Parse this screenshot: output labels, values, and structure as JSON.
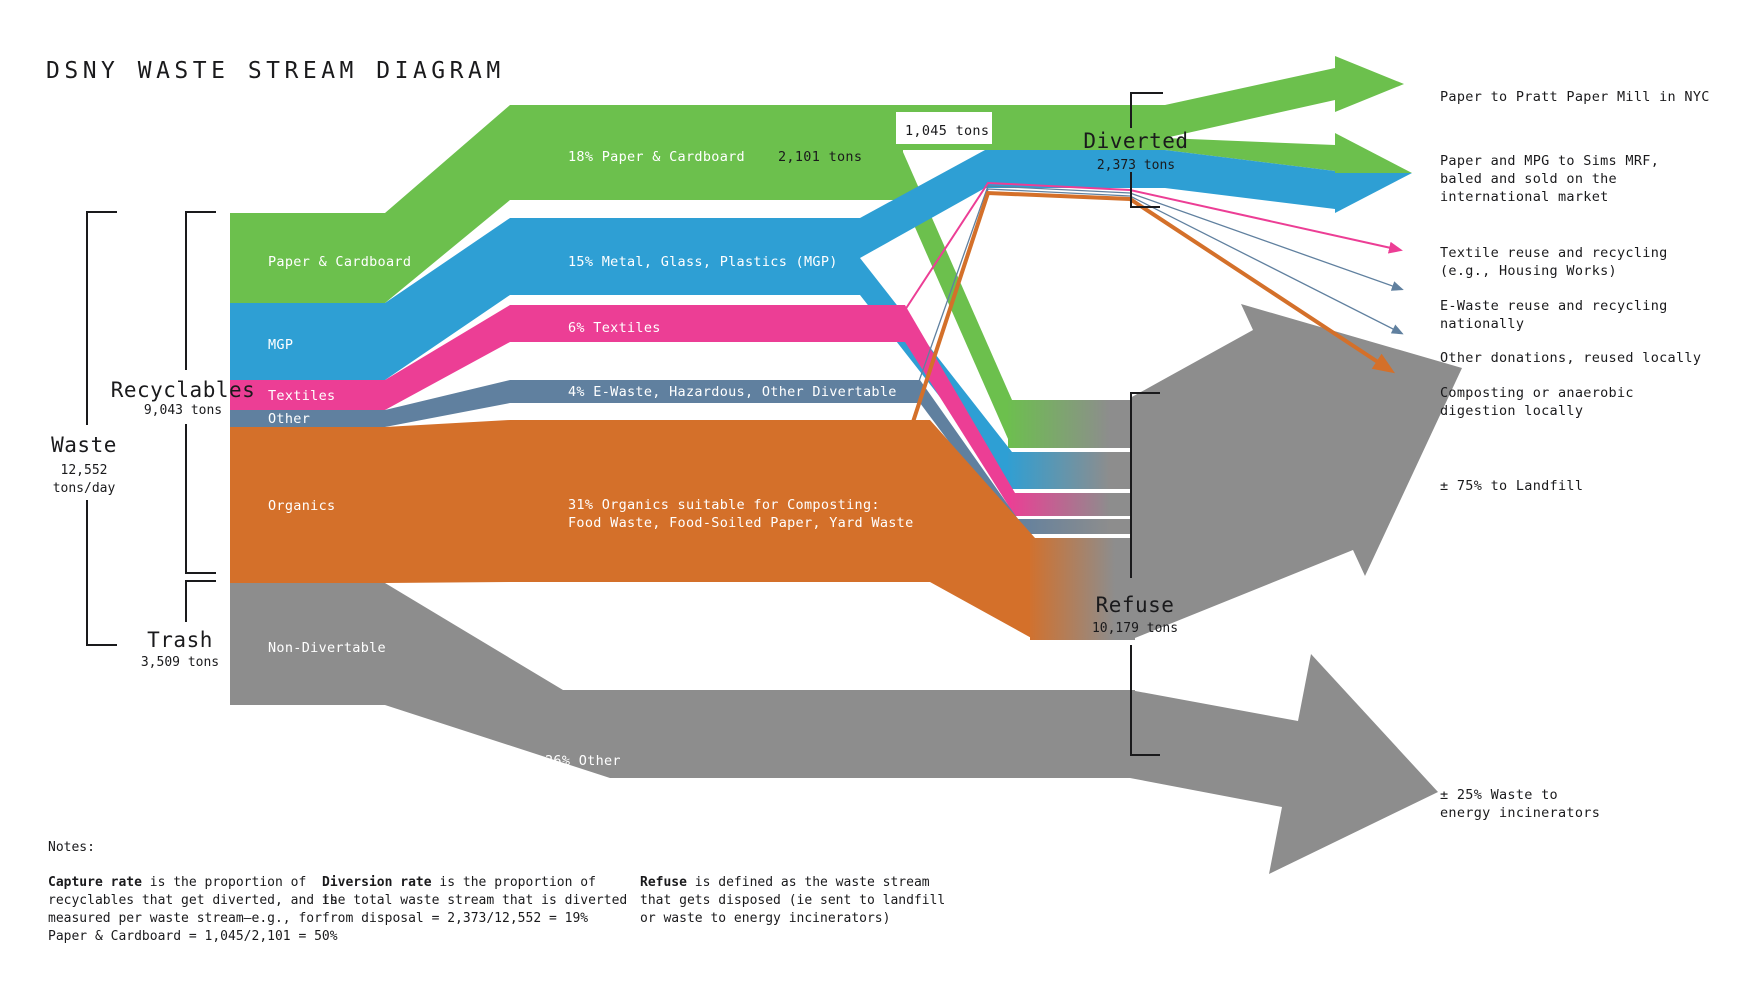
{
  "title": "DSNY WASTE STREAM DIAGRAM",
  "left": {
    "waste": {
      "label": "Waste",
      "value": "12,552",
      "unit": "tons/day"
    },
    "recyclables": {
      "label": "Recyclables",
      "value": "9,043 tons"
    },
    "trash": {
      "label": "Trash",
      "value": "3,509 tons"
    }
  },
  "nodes": [
    "Paper & Cardboard",
    "MGP",
    "Textiles",
    "Other",
    "Organics",
    "Non-Divertable"
  ],
  "streams": {
    "paper": {
      "label": "18% Paper & Cardboard",
      "total": "2,101 tons",
      "diverted": "1,045 tons"
    },
    "mgp": "15% Metal, Glass, Plastics (MGP)",
    "textiles": "6% Textiles",
    "ewaste": "4% E-Waste, Hazardous, Other Divertable",
    "organics": [
      "31% Organics suitable for Composting:",
      "Food Waste, Food-Soiled Paper, Yard Waste"
    ],
    "other": "26% Other"
  },
  "diverted": {
    "label": "Diverted",
    "value": "2,373 tons"
  },
  "refuse": {
    "label": "Refuse",
    "value": "10,179 tons"
  },
  "dest": {
    "pratt": [
      "Paper to Pratt Paper Mill in NYC"
    ],
    "sims": [
      "Paper and MPG to Sims MRF,",
      "baled and sold on the",
      "international market"
    ],
    "textile": [
      "Textile reuse and recycling",
      "(e.g., Housing Works)"
    ],
    "ewaste": [
      "E-Waste reuse and recycling",
      "nationally"
    ],
    "donations": [
      "Other donations, reused locally"
    ],
    "compost": [
      "Composting or anaerobic",
      "digestion locally"
    ],
    "landfill": [
      "± 75% to Landfill"
    ],
    "incinerator": [
      "± 25% Waste to",
      "energy incinerators"
    ]
  },
  "notes": {
    "heading": "Notes:",
    "items": [
      {
        "bold": "Capture rate",
        "rest": " is the proportion of",
        "lines": [
          "recyclables that get diverted, and is",
          "measured per waste stream—e.g., for",
          "Paper & Cardboard = 1,045/2,101 = 50%"
        ]
      },
      {
        "bold": "Diversion rate",
        "rest": " is the proportion of",
        "lines": [
          "the total waste stream that is diverted",
          "from disposal = 2,373/12,552 = 19%"
        ]
      },
      {
        "bold": "Refuse",
        "rest": " is defined as the waste stream",
        "lines": [
          "that gets disposed (ie sent to landfill",
          "or waste to energy incinerators)"
        ]
      }
    ]
  },
  "colors": {
    "green": "#6CC04D",
    "blue": "#2E9FD4",
    "pink": "#EC3E95",
    "slate": "#60809F",
    "orange": "#D4702A",
    "gray": "#8D8D8D",
    "ink": "#1A1A1C"
  },
  "flow_data": {
    "total_tons_per_day": 12552,
    "recyclables_tons": 9043,
    "trash_tons": 3509,
    "diverted_tons": 2373,
    "refuse_tons": 10179,
    "streams": [
      {
        "name": "Paper & Cardboard",
        "pct": 18,
        "tons": 2101,
        "diverted_tons": 1045
      },
      {
        "name": "Metal, Glass, Plastics (MGP)",
        "pct": 15
      },
      {
        "name": "Textiles",
        "pct": 6
      },
      {
        "name": "E-Waste, Hazardous, Other Divertable",
        "pct": 4
      },
      {
        "name": "Organics suitable for Composting",
        "pct": 31
      },
      {
        "name": "Other (Non-Divertable)",
        "pct": 26
      }
    ],
    "refuse_split": {
      "landfill": "± 75%",
      "waste_to_energy": "± 25%"
    }
  }
}
